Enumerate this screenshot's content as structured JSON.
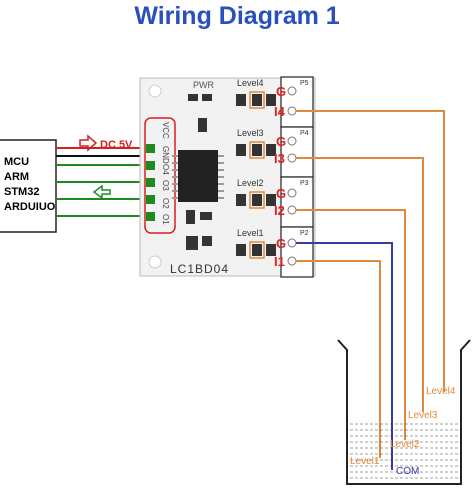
{
  "title": "Wiring Diagram 1",
  "mcu_lines": [
    "MCU",
    "ARM",
    "STM32",
    "ARDUIUO"
  ],
  "power_label": "DC 5V",
  "board": {
    "name": "LC1BD04",
    "pwr": "PWR",
    "pin_labels": [
      "VCC",
      "GND",
      "O4",
      "O3",
      "O2",
      "O1"
    ],
    "levels": [
      "Level4",
      "Level3",
      "Level2",
      "Level1"
    ],
    "ports": [
      "P5",
      "P4",
      "P3",
      "P2"
    ],
    "terminal_labels": [
      "G",
      "I4",
      "G",
      "I3",
      "G",
      "I2",
      "G",
      "I1"
    ]
  },
  "tank": {
    "levels": [
      "Level4",
      "Level3",
      "Level2",
      "Level1"
    ],
    "com": "COM"
  },
  "colors": {
    "title": "#2a4fbf",
    "wire_orange": "#e08a3c",
    "wire_blue": "#3a3aa8",
    "wire_green": "#1f8a1f",
    "board": "#f2f2f2",
    "label_red": "#e02020",
    "label_orange": "#e08a3c"
  }
}
